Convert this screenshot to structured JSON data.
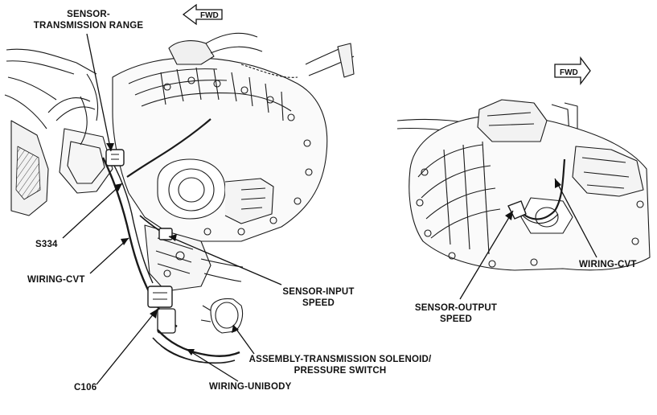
{
  "callouts": {
    "sensor_transmission_range_line1": "SENSOR-",
    "sensor_transmission_range_line2": "TRANSMISSION RANGE",
    "s334": "S334",
    "wiring_cvt_left": "WIRING-CVT",
    "sensor_input_speed_line1": "SENSOR-INPUT",
    "sensor_input_speed_line2": "SPEED",
    "assembly_solenoid_line1": "ASSEMBLY-TRANSMISSION SOLENOID/",
    "assembly_solenoid_line2": "PRESSURE SWITCH",
    "c106": "C106",
    "wiring_unibody": "WIRING-UNIBODY",
    "sensor_output_speed_line1": "SENSOR-OUTPUT",
    "sensor_output_speed_line2": "SPEED",
    "wiring_cvt_right": "WIRING-CVT"
  },
  "direction_arrows": {
    "left_arrow_text": "FWD",
    "right_arrow_text": "FWD"
  },
  "colors": {
    "ink": "#111111",
    "background": "#ffffff"
  }
}
